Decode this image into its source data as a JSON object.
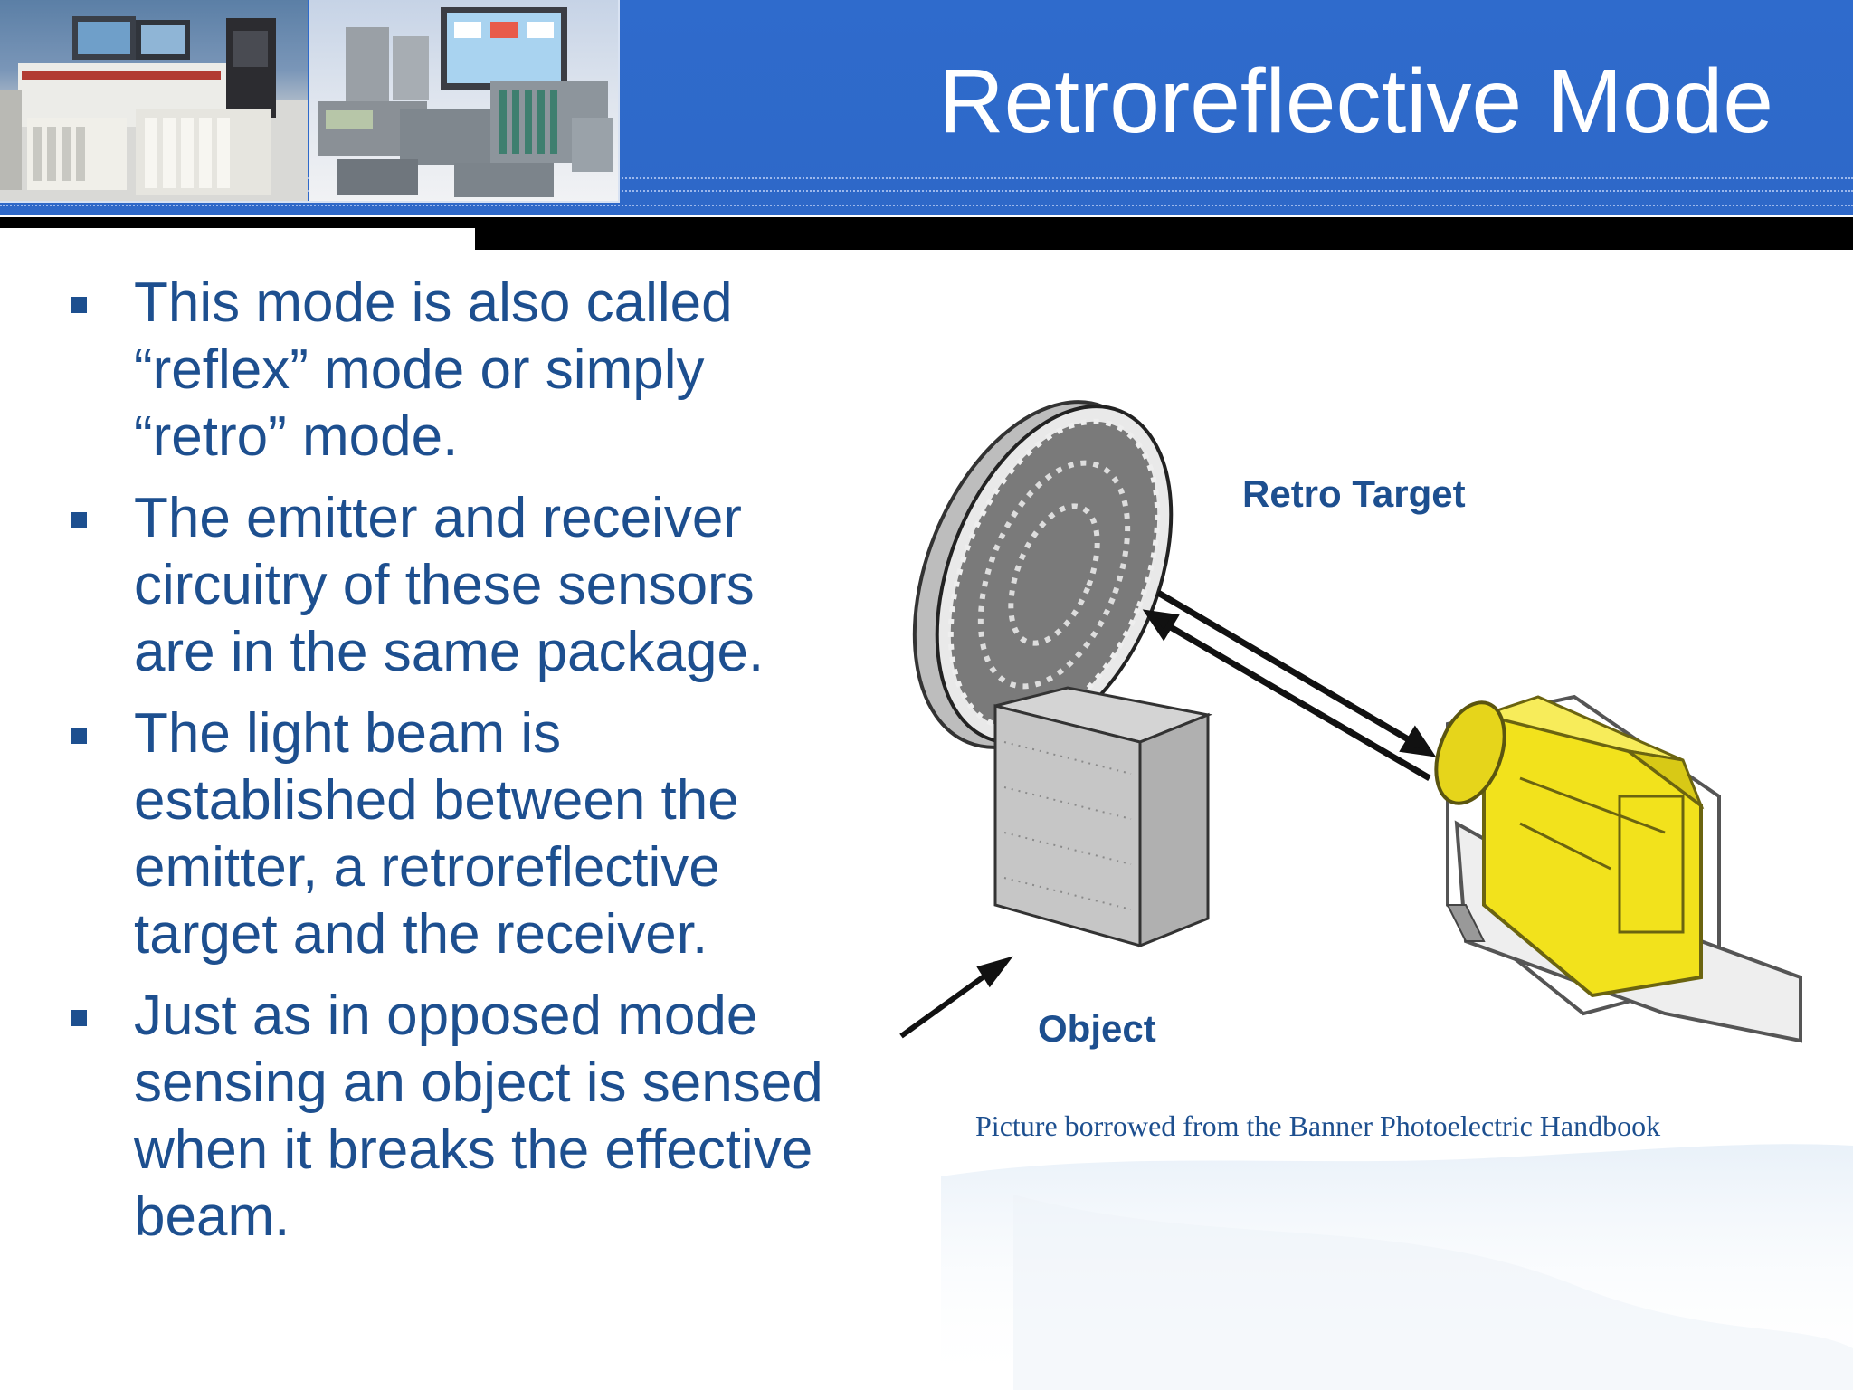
{
  "slide": {
    "title": "Retroreflective Mode",
    "header_color": "#2f6bcc",
    "text_color": "#1d4f8f"
  },
  "bullets": [
    {
      "text": "This mode is also called “reflex” mode or simply “retro” mode."
    },
    {
      "text": "The emitter and receiver circuitry of these sensors are in the same package."
    },
    {
      "text": "The light beam is established between the emitter, a retroreflective target and the receiver."
    },
    {
      "text": "Just as in opposed mode sensing an object is sensed when it breaks the effective beam."
    }
  ],
  "figure": {
    "label_target": "Retro Target",
    "label_object": "Object",
    "caption": "Picture borrowed from the Banner Photoelectric Handbook",
    "sensor_color": "#f2e21c"
  }
}
